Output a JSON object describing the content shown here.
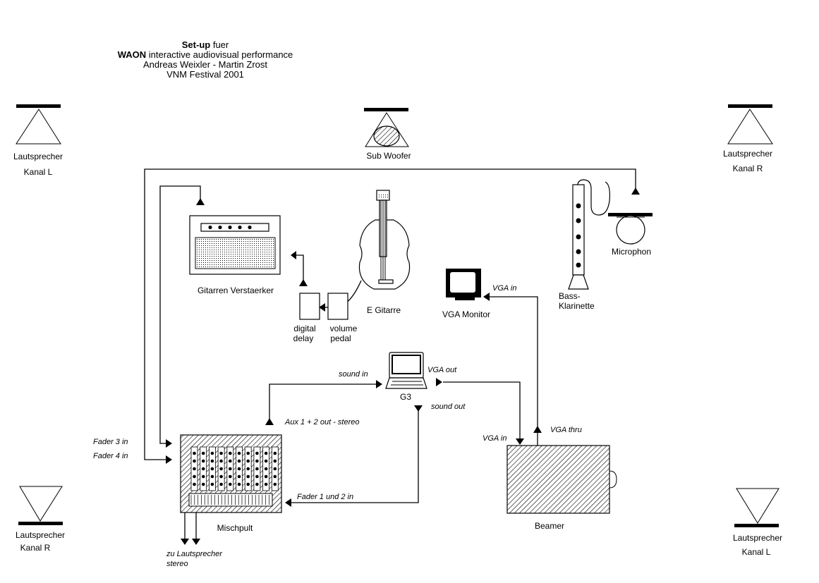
{
  "title": {
    "line1_bold": "Set-up",
    "line1_rest": " fuer",
    "line2_bold": "WAON",
    "line2_rest": " interactive audiovisual performance",
    "line3": "Andreas Weixler - Martin Zrost",
    "line4": "VNM Festival 2001"
  },
  "speakers": {
    "top_left": {
      "name": "Lautsprecher",
      "channel": "Kanal L"
    },
    "top_right": {
      "name": "Lautsprecher",
      "channel": "Kanal R"
    },
    "bottom_left": {
      "name": "Lautsprecher",
      "channel": "Kanal R"
    },
    "bottom_right": {
      "name": "Lautsprecher",
      "channel": "Kanal L"
    },
    "subwoofer": "Sub Woofer"
  },
  "devices": {
    "amp": "Gitarren Verstaerker",
    "delay_line1": "digital",
    "delay_line2": "delay",
    "pedal_line1": "volume",
    "pedal_line2": "pedal",
    "guitar": "E Gitarre",
    "vga_monitor": "VGA Monitor",
    "clarinet_line1": "Bass-",
    "clarinet_line2": "Klarinette",
    "microphone": "Microphon",
    "computer": "G3",
    "mixer": "Mischpult",
    "beamer": "Beamer"
  },
  "signals": {
    "vga_in_monitor": "VGA in",
    "sound_in": "sound in",
    "vga_out": "VGA  out",
    "sound_out": "sound out",
    "aux_out": "Aux 1 + 2 out - stereo",
    "fader3": "Fader 3 in",
    "fader4": "Fader 4 in",
    "fader12": "Fader 1 und 2 in",
    "vga_in_beamer": "VGA in",
    "vga_thru": "VGA thru",
    "to_speakers_line1": "zu Lautsprecher",
    "to_speakers_line2": "stereo"
  }
}
